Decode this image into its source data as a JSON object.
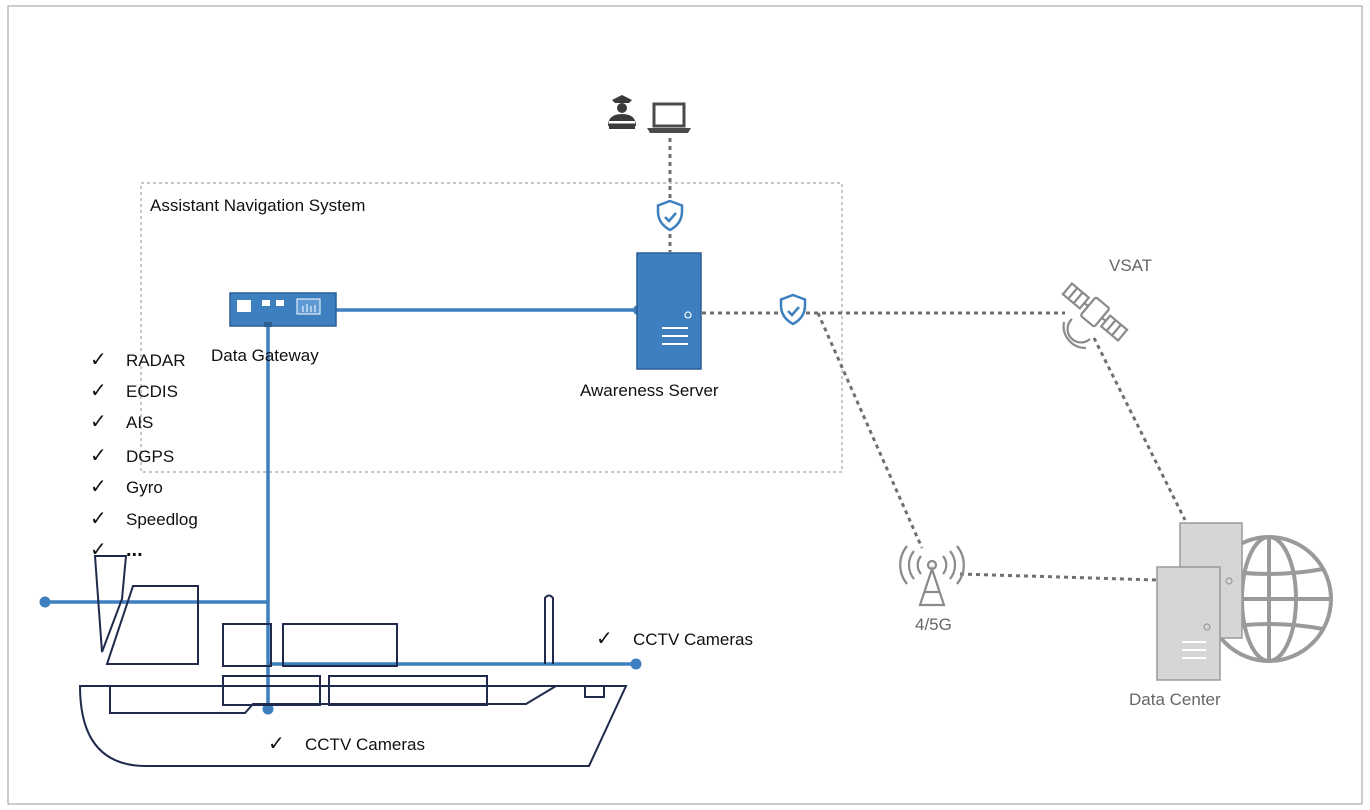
{
  "labels": {
    "system": "Assistant Navigation System",
    "gateway": "Data Gateway",
    "server": "Awareness Server",
    "vsat": "VSAT",
    "cell": "4/5G",
    "datacenter": "Data Center",
    "cctv_front": "CCTV Cameras",
    "cctv_bottom": "CCTV Cameras"
  },
  "checkmark": "✓",
  "sensors": [
    "RADAR",
    "ECDIS",
    "AIS",
    "DGPS",
    "Gyro",
    "Speedlog",
    "..."
  ],
  "colors": {
    "blue": "#3E7FBF",
    "blue_dark": "#2B5E93",
    "gray": "#8A8A8A",
    "light_gray": "#D6D6D6",
    "navy": "#1F2A4D",
    "text": "#111111"
  },
  "icons": [
    "operator-icon",
    "laptop-icon",
    "shield-icon",
    "server-icon",
    "gateway-icon",
    "satellite-icon",
    "cell-tower-icon",
    "globe-icon",
    "ship-icon"
  ]
}
